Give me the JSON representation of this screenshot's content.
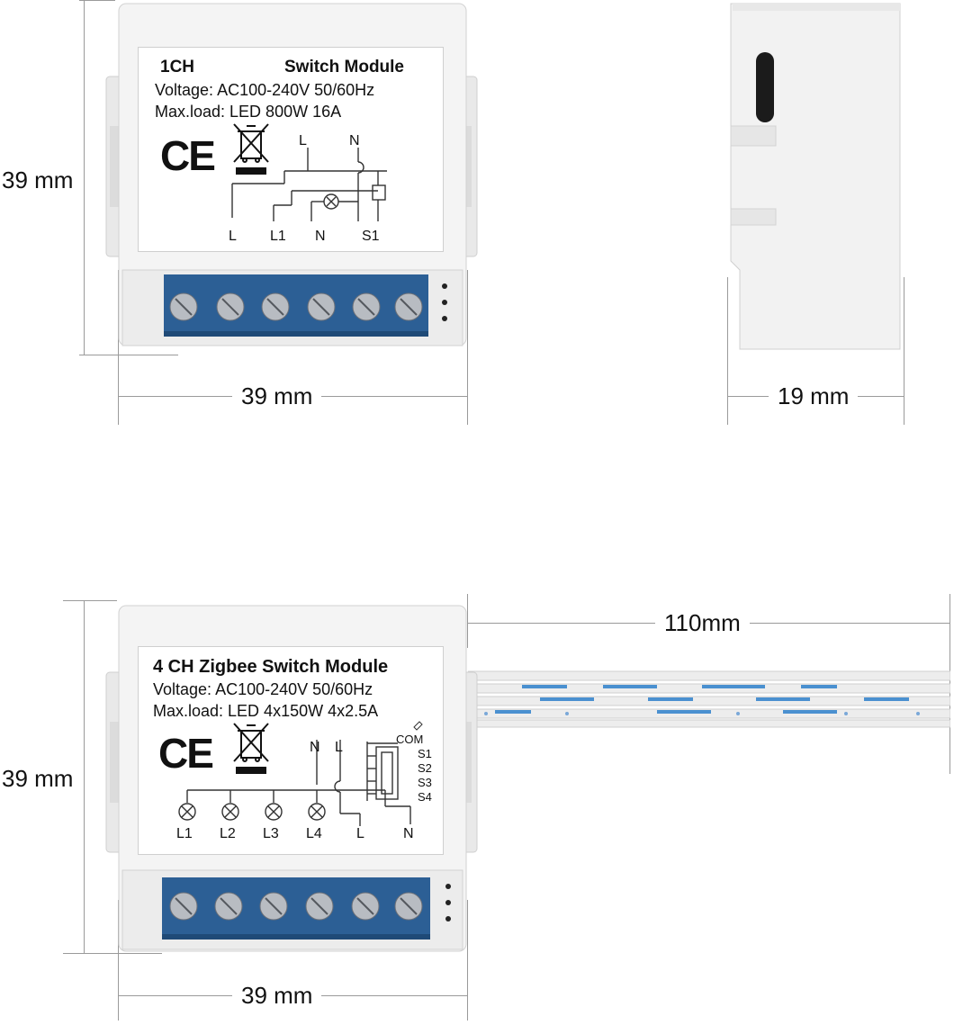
{
  "module_1ch": {
    "title_left": "1CH",
    "title_right": "Switch Module",
    "voltage": "Voltage: AC100-240V 50/60Hz",
    "maxload": "Max.load: LED 800W 16A",
    "ce": "CE",
    "wiring_top": [
      "L",
      "N"
    ],
    "wiring_bottom": [
      "L",
      "L1",
      "N",
      "S1"
    ]
  },
  "module_4ch": {
    "title": "4 CH Zigbee Switch Module",
    "voltage": "Voltage: AC100-240V 50/60Hz",
    "maxload": "Max.load: LED 4x150W 4x2.5A",
    "ce": "CE",
    "wiring_top": [
      "N",
      "L"
    ],
    "com_labels": [
      "COM",
      "S1",
      "S2",
      "S3",
      "S4"
    ],
    "lamp_labels": [
      "L1",
      "L2",
      "L3",
      "L4"
    ],
    "bottom_right": [
      "L",
      "N"
    ]
  },
  "dimensions": {
    "top_height": "39 mm",
    "top_width": "39 mm",
    "side_depth": "19 mm",
    "bottom_height": "39 mm",
    "bottom_width": "39 mm",
    "wire_length": "110mm"
  },
  "colors": {
    "terminal_blue": "#2c5f95",
    "housing": "#f3f3f3",
    "wire_stripe": "#4a90d0"
  }
}
